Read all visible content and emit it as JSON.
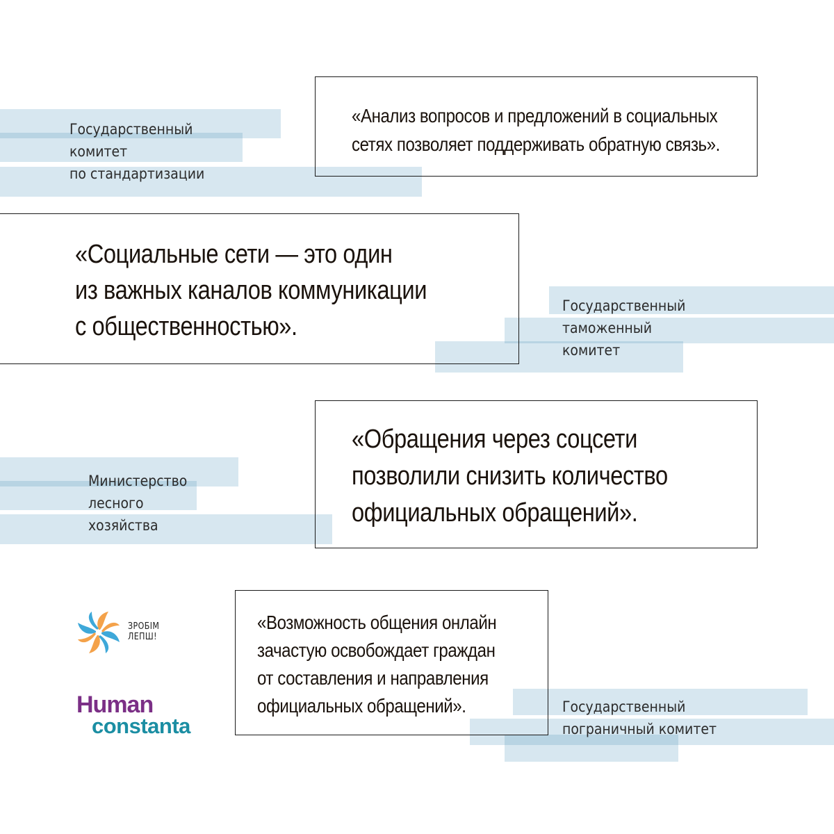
{
  "quotes": [
    {
      "lines": [
        "«Анализ вопросов и предложений в социальных",
        "сетях позволяет поддерживать обратную связь»."
      ]
    },
    {
      "lines": [
        "«Социальные сети — это один",
        "из важных каналов коммуникации",
        "с общественностью»."
      ]
    },
    {
      "lines": [
        "«Обращения через соцсети",
        "позволили снизить количество",
        "официальных обращений»."
      ]
    },
    {
      "lines": [
        "«Возможность общения онлайн",
        "зачастую освобождает граждан",
        "от составления и направления",
        "официальных обращений»."
      ]
    }
  ],
  "organizations": [
    {
      "lines": [
        "Государственный",
        "комитет",
        "по стандартизации"
      ]
    },
    {
      "lines": [
        "Государственный",
        "таможенный",
        "комитет"
      ]
    },
    {
      "lines": [
        "Министерство",
        "лесного",
        "хозяйства"
      ]
    },
    {
      "lines": [
        "Государственный",
        "пограничный комитет"
      ]
    }
  ],
  "logos": {
    "zrobim": {
      "text_line1": "ЗРОБІМ",
      "text_line2": "ЛЕПШ!",
      "colors": [
        "#f4a24a",
        "#3ea8d9",
        "#f4a24a",
        "#3ea8d9"
      ]
    },
    "human_constanta": {
      "word1": "Human",
      "word2": "constanta",
      "color_word1": "#7b2f86",
      "color_word2": "#1b8ea3"
    }
  },
  "colors": {
    "stripe": "#d7e7f0",
    "stripe_dark": "#b8d4e3",
    "border": "#1a1a1a",
    "quote_text": "#1a120c"
  }
}
